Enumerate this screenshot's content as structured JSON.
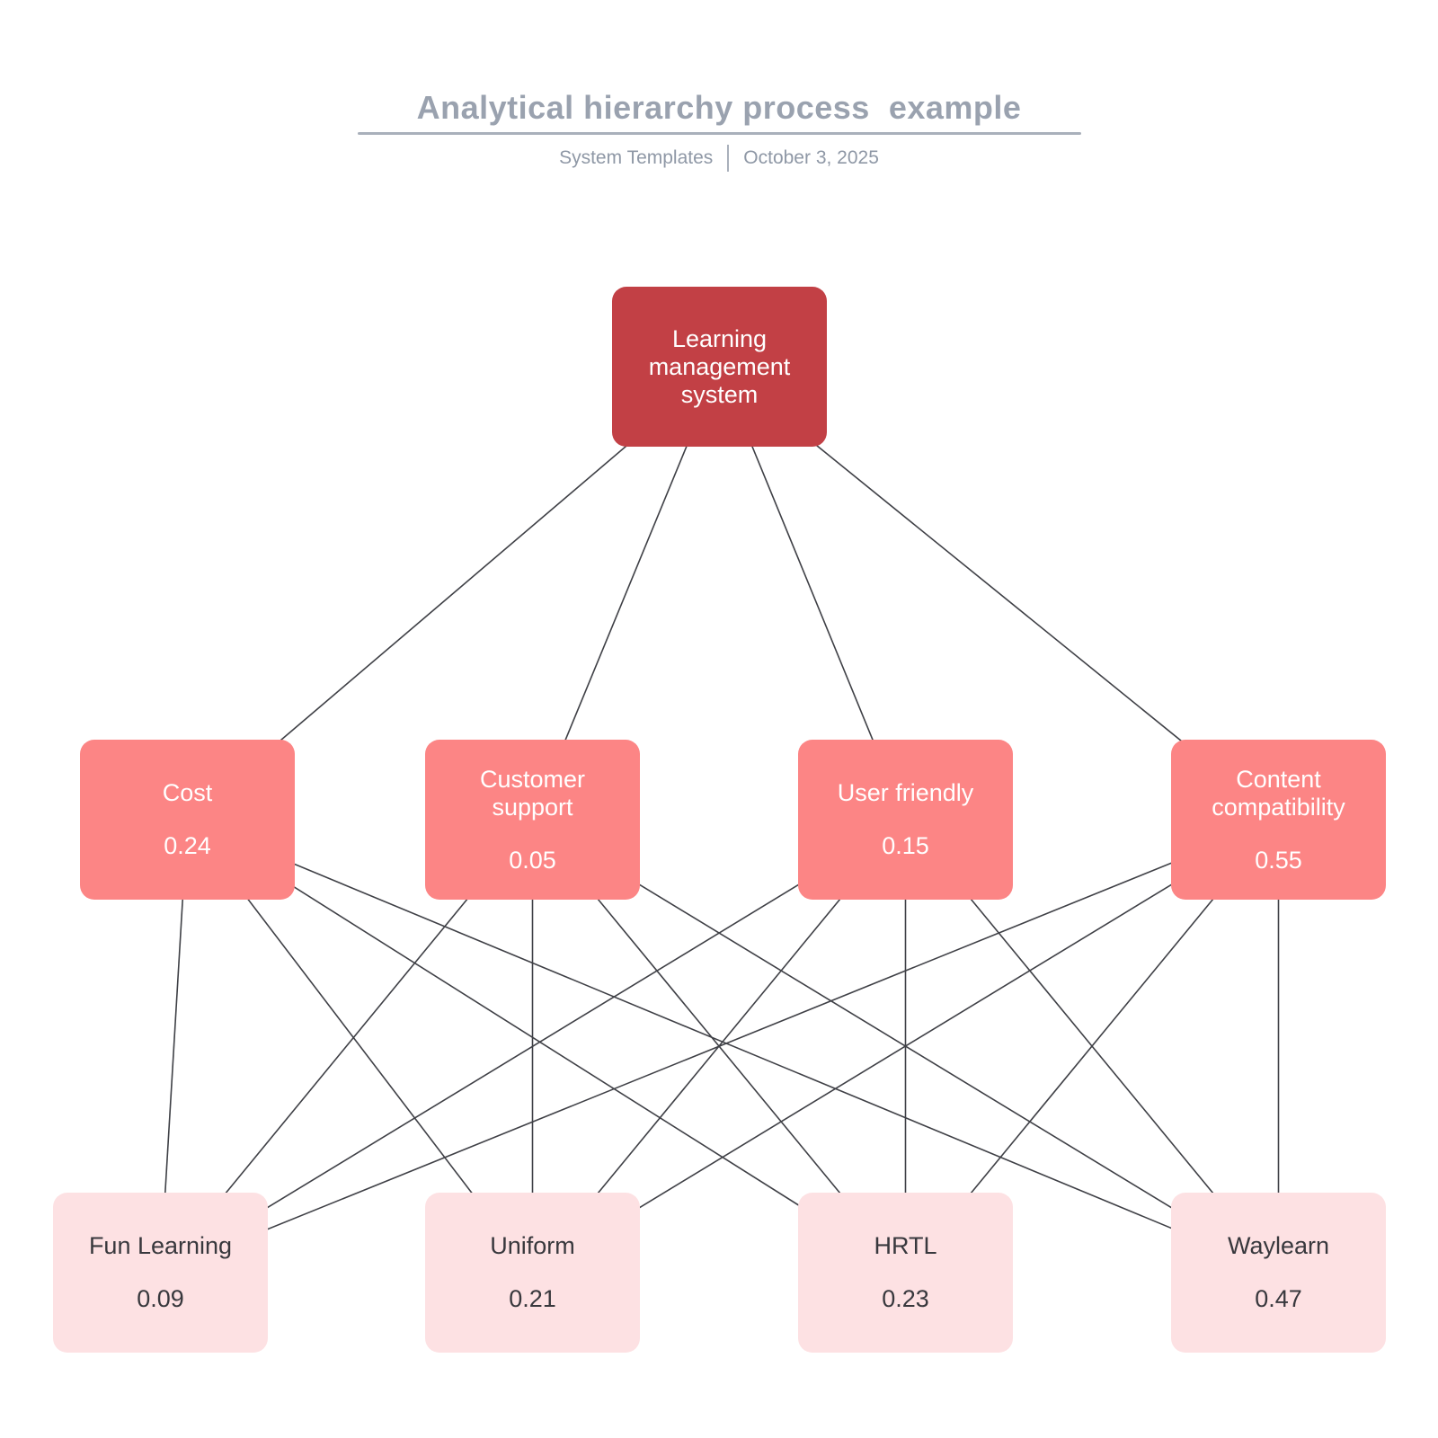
{
  "header": {
    "title": "Analytical hierarchy process  example",
    "subtitle_left": "System Templates",
    "subtitle_right": "October 3, 2025"
  },
  "colors": {
    "goal_bg": "#c24045",
    "criteria_bg": "#fc8585",
    "alt_bg": "#fde1e3",
    "node_text_light": "#ffffff",
    "alt_text": "#38383d",
    "line": "#3f4046",
    "title_text": "#9aa2af",
    "subtitle_text": "#8f98a6",
    "rule": "#a9b0bb"
  },
  "nodes": {
    "goal": {
      "label": "Learning management system"
    },
    "criteria": [
      {
        "label": "Cost",
        "value": "0.24"
      },
      {
        "label": "Customer support",
        "value": "0.05"
      },
      {
        "label": "User friendly",
        "value": "0.15"
      },
      {
        "label": "Content compatibility",
        "value": "0.55"
      }
    ],
    "alternatives": [
      {
        "label": "Fun Learning",
        "value": "0.09"
      },
      {
        "label": "Uniform",
        "value": "0.21"
      },
      {
        "label": "HRTL",
        "value": "0.23"
      },
      {
        "label": "Waylearn",
        "value": "0.47"
      }
    ]
  }
}
